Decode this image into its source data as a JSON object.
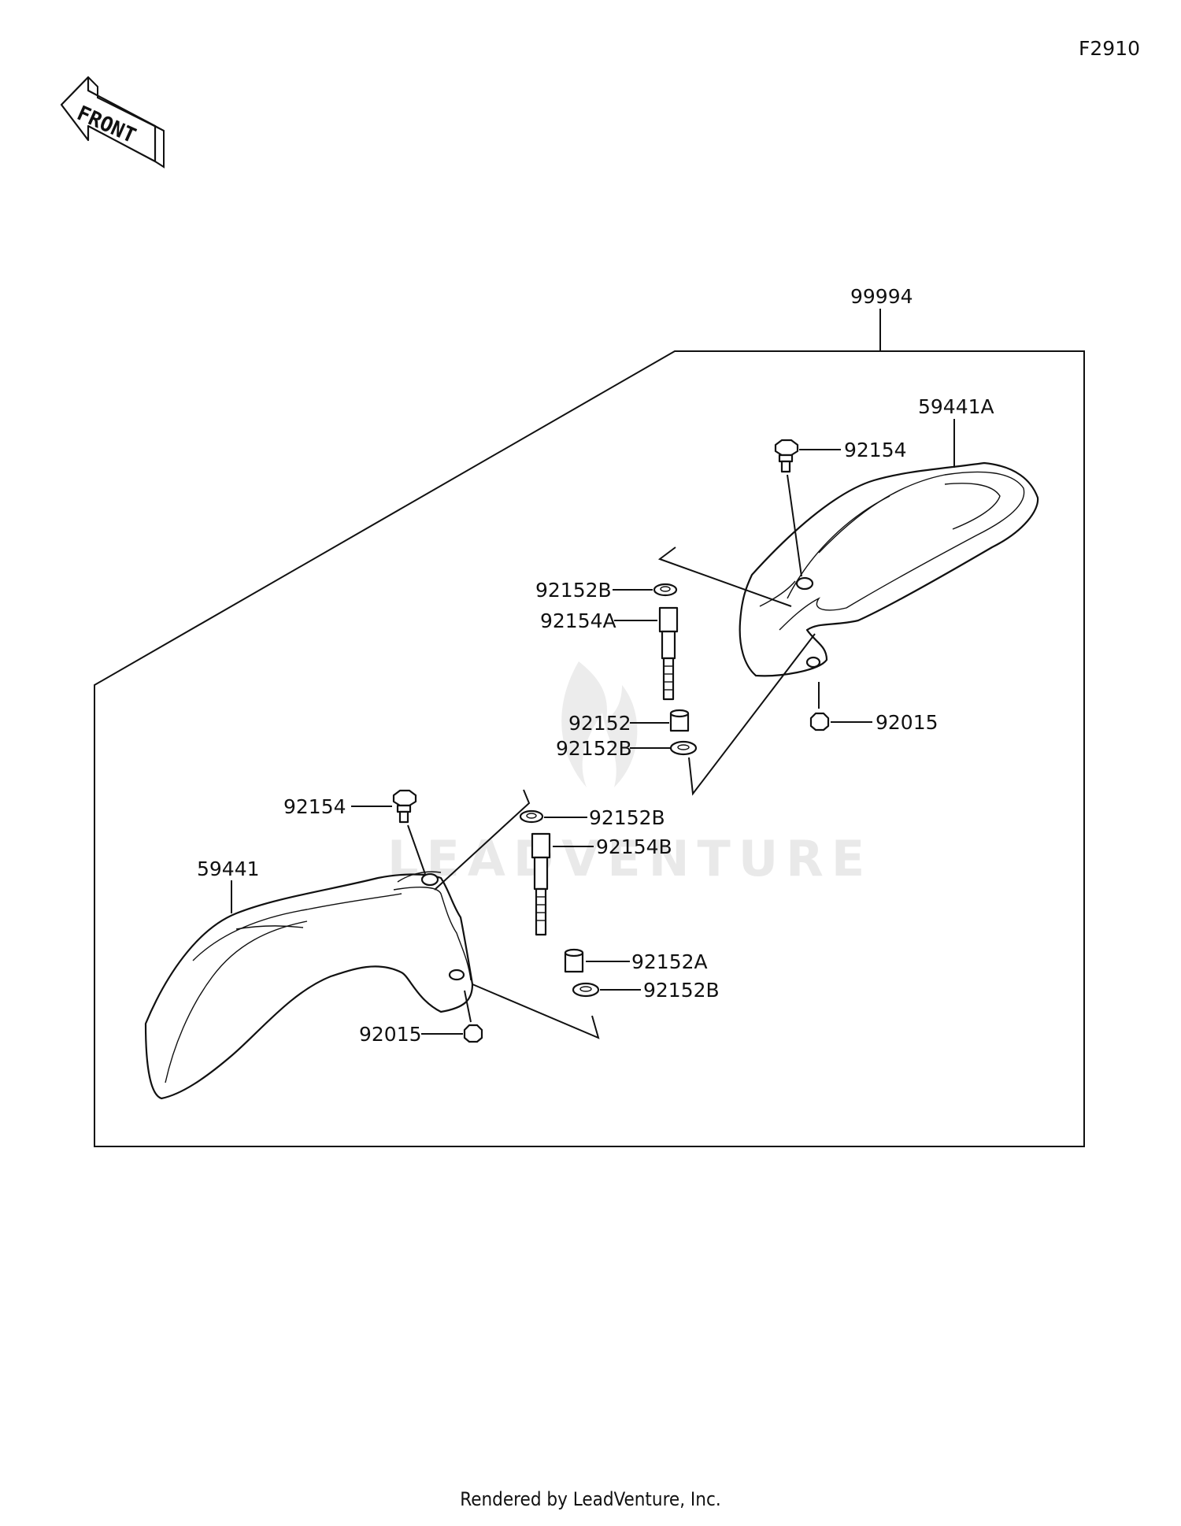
{
  "figure_code": "F2910",
  "front_arrow_label": "FRONT",
  "watermark": "LEADVENTURE",
  "footer": "Rendered by LeadVenture, Inc.",
  "callouts": {
    "kit": "99994",
    "right_guard": "59441A",
    "right_bolt": "92154",
    "right_washer_top": "92152B",
    "right_stud": "92154A",
    "right_collar": "92152",
    "right_washer_bottom": "92152B",
    "right_nut": "92015",
    "left_bolt": "92154",
    "left_washer_top": "92152B",
    "left_stud": "92154B",
    "left_guard": "59441",
    "left_collar": "92152A",
    "left_washer_bottom": "92152B",
    "left_nut": "92015"
  }
}
